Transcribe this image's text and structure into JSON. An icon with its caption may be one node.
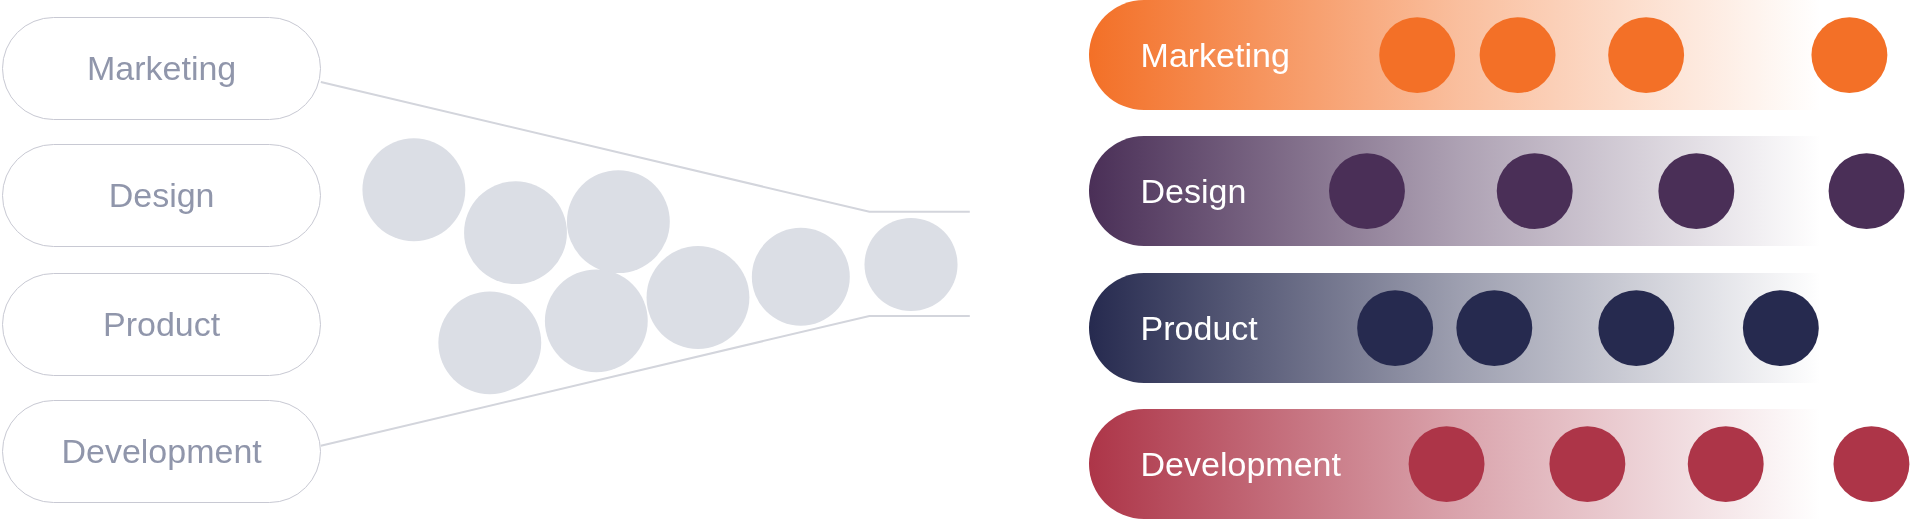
{
  "diagram": {
    "nodes": [
      {
        "text": [
          "Marketing"
        ]
      },
      {
        "text": [
          "Design"
        ]
      },
      {
        "text": [
          "Product"
        ]
      },
      {
        "text": [
          "Development"
        ]
      },
      {
        "text": [
          "Marketing"
        ]
      },
      {
        "text": [
          "Design"
        ]
      },
      {
        "text": [
          "Product"
        ]
      },
      {
        "text": [
          "Development"
        ]
      }
    ],
    "edges": []
  }
}
